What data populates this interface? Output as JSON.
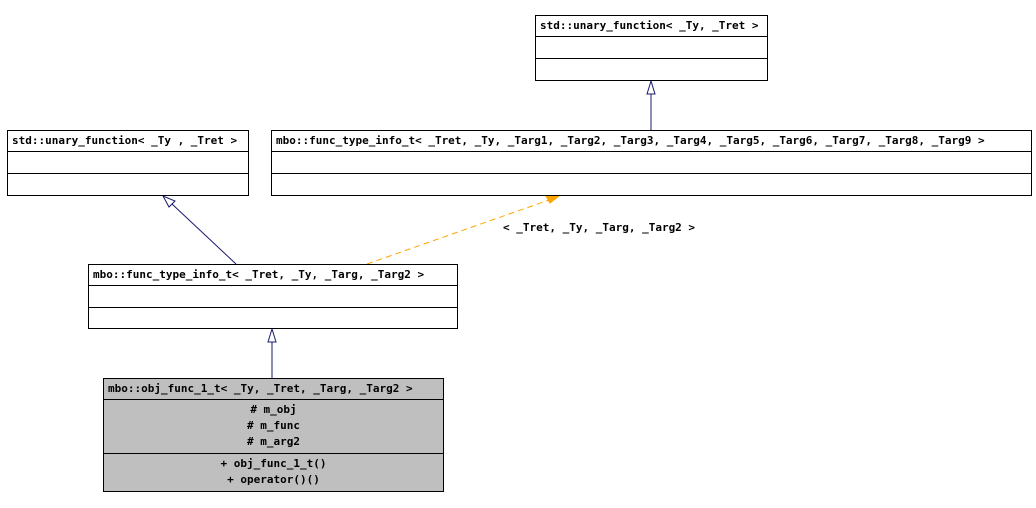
{
  "classes": {
    "base_unary_top": {
      "name": "std::unary_function< _Ty, _Tret >"
    },
    "base_unary_left": {
      "name": "std::unary_function< _Ty , _Tret >"
    },
    "func_type_info_full": {
      "name": "mbo::func_type_info_t< _Tret, _Ty, _Targ1, _Targ2, _Targ3, _Targ4, _Targ5, _Targ6, _Targ7, _Targ8, _Targ9 >"
    },
    "func_type_info_inst": {
      "name": "mbo::func_type_info_t< _Tret, _Ty, _Targ, _Targ2 >"
    },
    "obj_func": {
      "name": "mbo::obj_func_1_t< _Ty, _Tret, _Targ, _Targ2 >",
      "attributes": [
        "# m_obj",
        "# m_func",
        "# m_arg2"
      ],
      "methods": [
        "+ obj_func_1_t()",
        "+ operator()()"
      ]
    }
  },
  "template_edge_label": "< _Tret, _Ty, _Targ, _Targ2 >",
  "colors": {
    "inheritance": "#191970",
    "template": "#ffa500",
    "current_bg": "#bfbfbf"
  }
}
